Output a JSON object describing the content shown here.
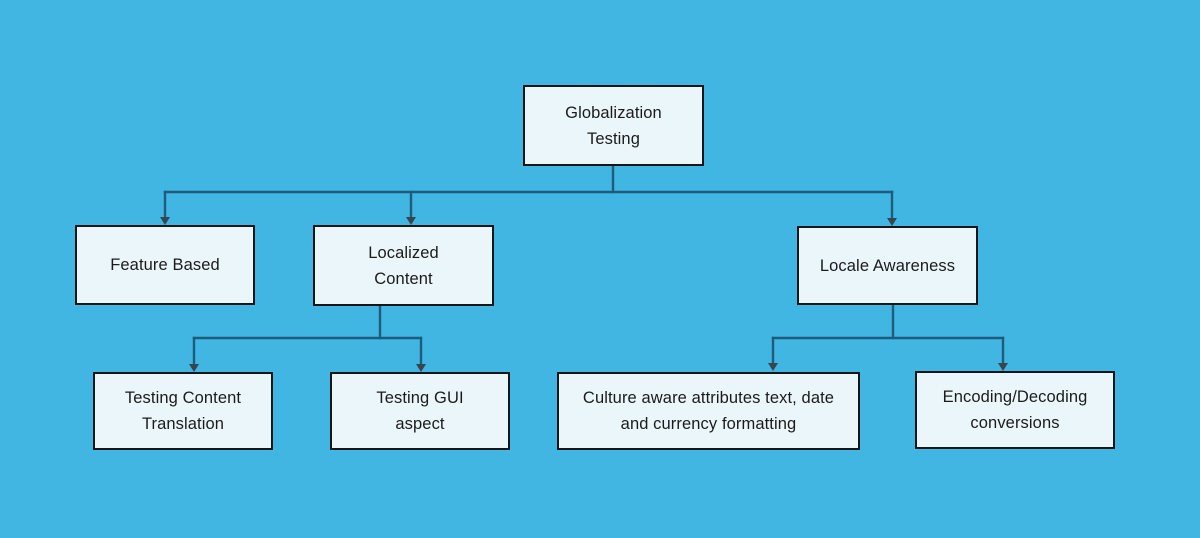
{
  "colors": {
    "background": "#41b6e2",
    "node_fill": "#ebf6fa",
    "node_border": "#161616",
    "edge_color": "#1e5c7c",
    "arrow_color": "#37454f",
    "text_color": "#1b1b1b"
  },
  "diagram": {
    "type": "flowchart-tree",
    "nodes": {
      "root": {
        "label": "Globalization Testing",
        "level": 1
      },
      "feature_based": {
        "label": "Feature Based",
        "level": 2,
        "parent": "root"
      },
      "localized_content": {
        "label": "Localized Content",
        "level": 2,
        "parent": "root"
      },
      "locale_awareness": {
        "label": "Locale Awareness",
        "level": 2,
        "parent": "root"
      },
      "testing_content_translation": {
        "label": "Testing Content Translation",
        "level": 3,
        "parent": "localized_content"
      },
      "testing_gui_aspect": {
        "label": "Testing GUI aspect",
        "level": 3,
        "parent": "localized_content"
      },
      "culture_aware": {
        "label": "Culture aware attributes text, date and currency formatting",
        "level": 3,
        "parent": "locale_awareness"
      },
      "encoding_decoding": {
        "label": "Encoding/Decoding conversions",
        "level": 3,
        "parent": "locale_awareness"
      }
    },
    "edges": [
      {
        "from": "root",
        "to": "feature_based"
      },
      {
        "from": "root",
        "to": "localized_content"
      },
      {
        "from": "root",
        "to": "locale_awareness"
      },
      {
        "from": "localized_content",
        "to": "testing_content_translation"
      },
      {
        "from": "localized_content",
        "to": "testing_gui_aspect"
      },
      {
        "from": "locale_awareness",
        "to": "culture_aware"
      },
      {
        "from": "locale_awareness",
        "to": "encoding_decoding"
      }
    ]
  }
}
